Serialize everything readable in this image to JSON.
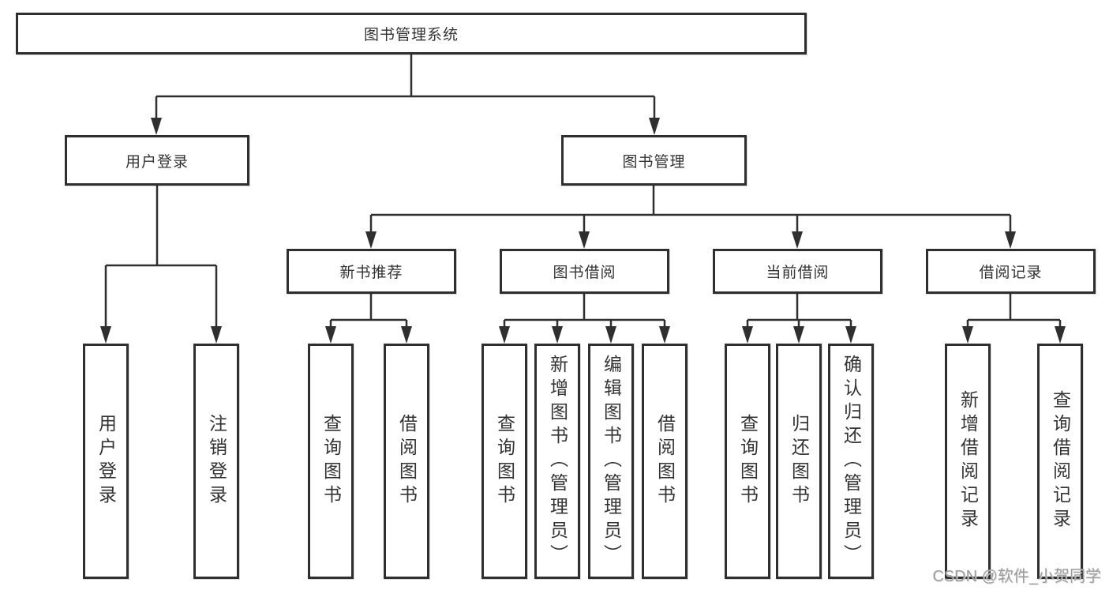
{
  "diagram": {
    "title": "图书管理系统",
    "branches": {
      "user_login": "用户登录",
      "book_management": "图书管理"
    },
    "modules": {
      "new_book_recommend": "新书推荐",
      "book_borrow": "图书借阅",
      "current_borrow": "当前借阅",
      "borrow_records": "借阅记录"
    },
    "leaves": {
      "user_login": "用户登录",
      "logout": "注销登录",
      "nb_query_book": "查询图书",
      "nb_borrow_book": "借阅图书",
      "bb_query_book": "查询图书",
      "bb_add_book": "新增图书（管理员）",
      "bb_edit_book": "编辑图书（管理员）",
      "bb_borrow_book": "借阅图书",
      "cb_query_book": "查询图书",
      "cb_return_book": "归还图书",
      "cb_confirm_return": "确认归还（管理员）",
      "br_add_record": "新增借阅记录",
      "br_query_record": "查询借阅记录"
    }
  },
  "watermark": "CSDN @软件_小贺同学",
  "colors": {
    "line": "#2f2f2f",
    "text": "#333333",
    "watermark": "#9c9c9c"
  }
}
